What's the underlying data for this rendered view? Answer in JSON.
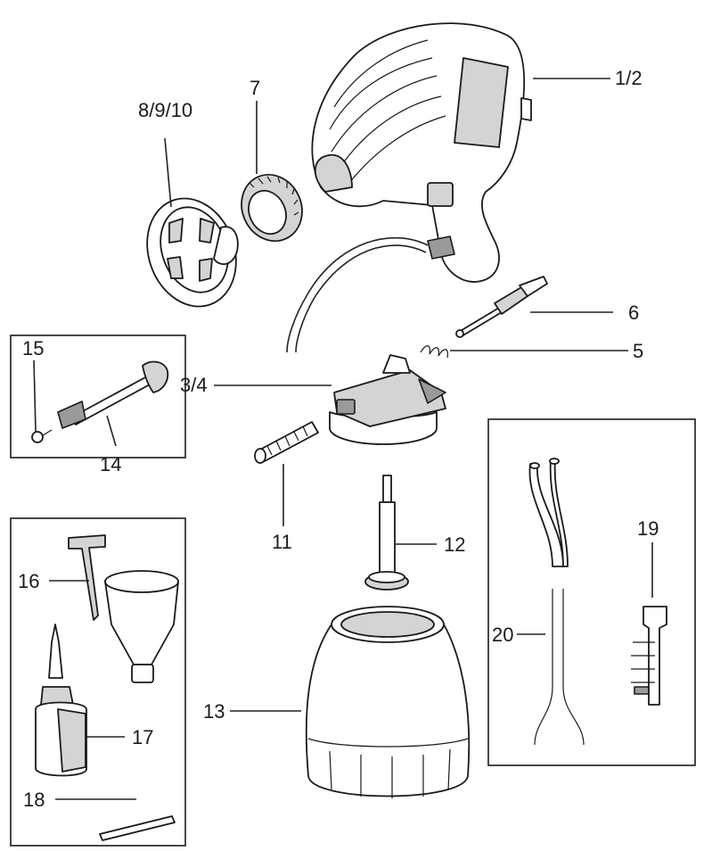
{
  "labels": {
    "l_1_2": "1/2",
    "l_3_4": "3/4",
    "l_5": "5",
    "l_6": "6",
    "l_7": "7",
    "l_8_9_10": "8/9/10",
    "l_11": "11",
    "l_12": "12",
    "l_13": "13",
    "l_14": "14",
    "l_15": "15",
    "l_16": "16",
    "l_17": "17",
    "l_18": "18",
    "l_19": "19",
    "l_20": "20"
  }
}
